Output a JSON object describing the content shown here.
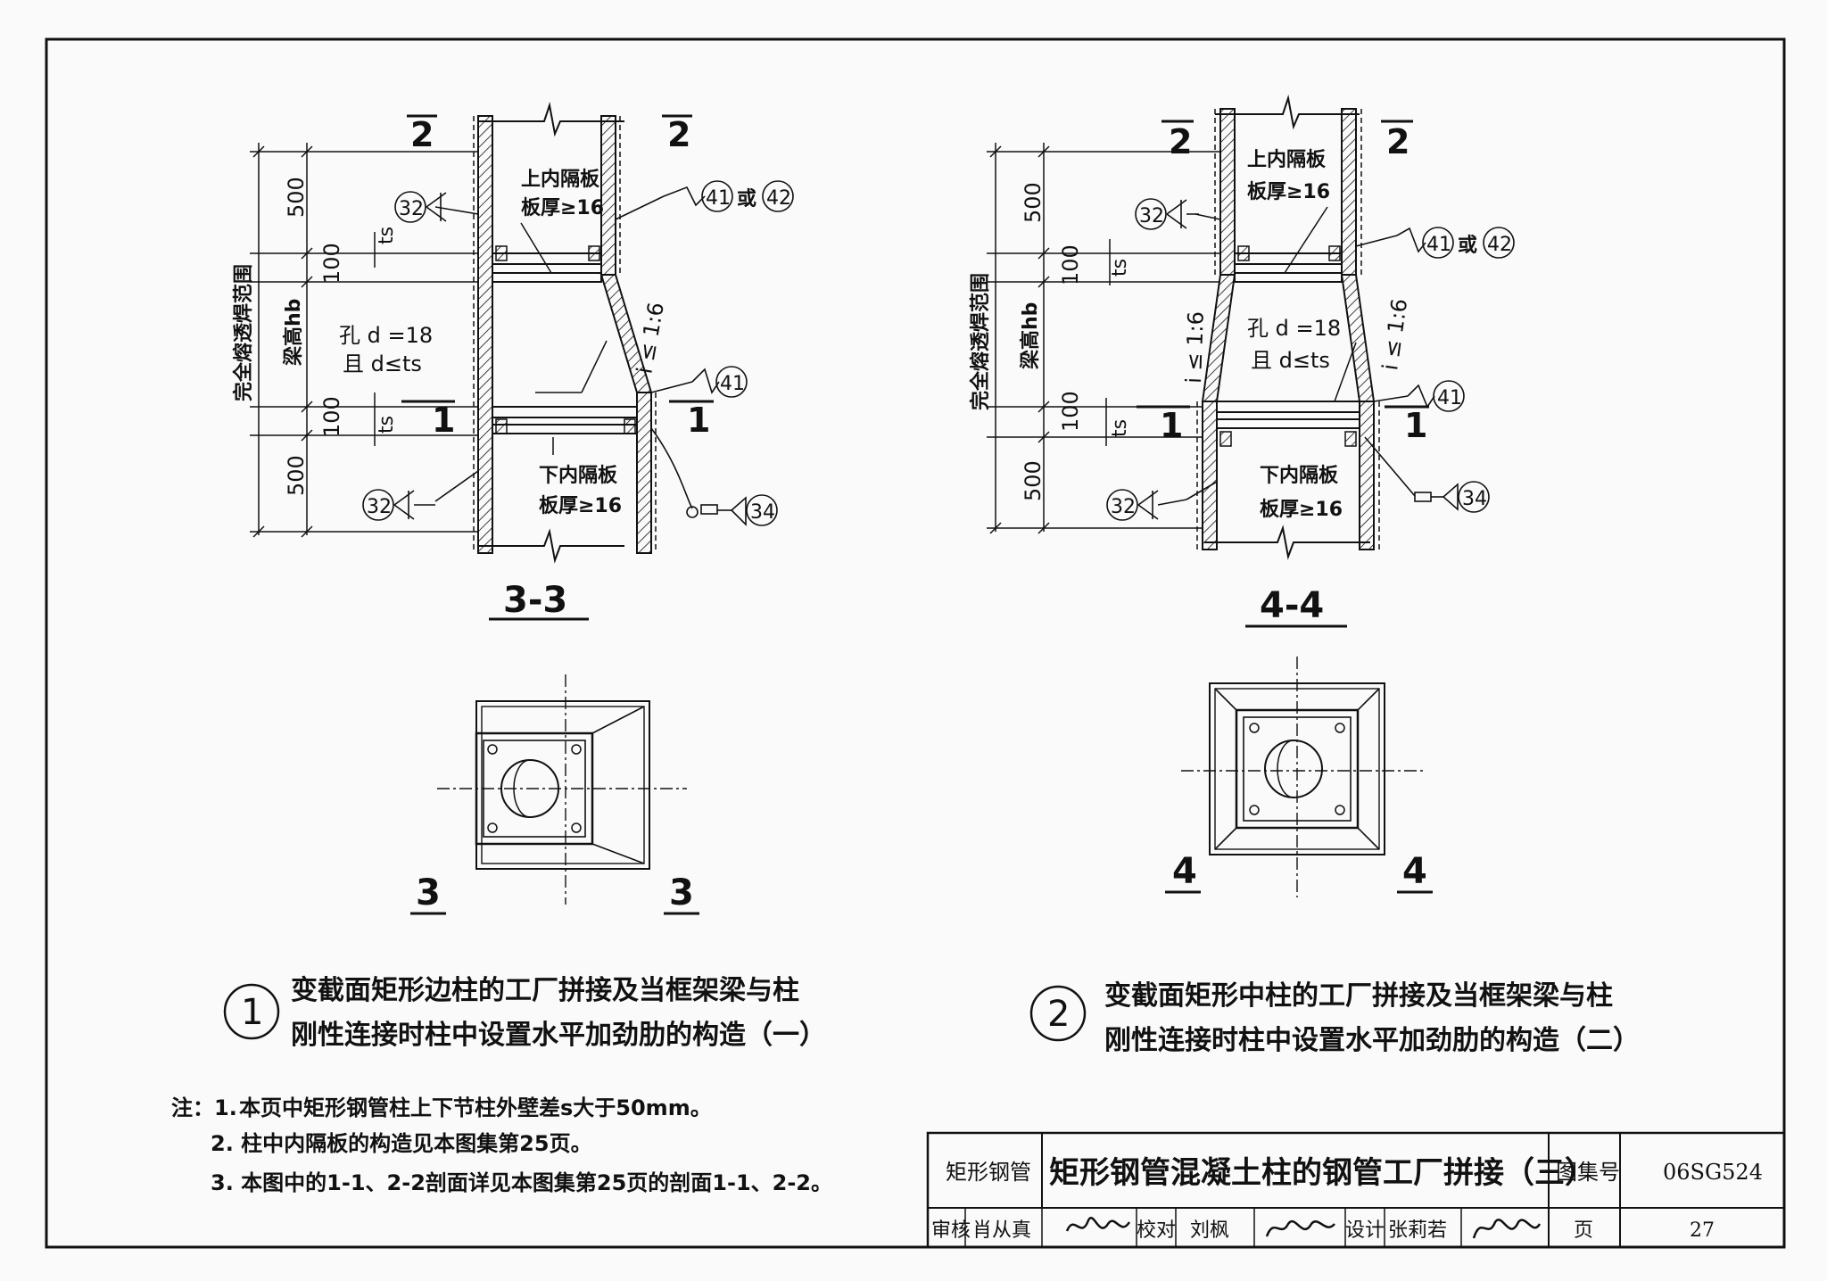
{
  "diagram1": {
    "section_mark": "2",
    "section_mark_lower": "1",
    "plan_mark": "3",
    "title": "3-3",
    "dim_500": "500",
    "dim_100": "100",
    "ts": "ts",
    "beam_height": "梁高hb",
    "weld_range": "完全熔透焊范围",
    "upper_plate": "上内隔板",
    "upper_plate_thk": "板厚≥16",
    "lower_plate": "下内隔板",
    "lower_plate_thk": "板厚≥16",
    "hole_d": "孔 d =18",
    "hole_cond": "且 d≤ts",
    "slope": "i ≤ 1:6",
    "weld_32": "32",
    "weld_41": "41",
    "weld_42": "42",
    "weld_34": "34",
    "or_text": "或"
  },
  "diagram2": {
    "section_mark": "2",
    "section_mark_lower": "1",
    "plan_mark": "4",
    "title": "4-4",
    "dim_500": "500",
    "dim_100": "100",
    "ts": "ts",
    "beam_height": "梁高hb",
    "weld_range": "完全熔透焊范围",
    "upper_plate": "上内隔板",
    "upper_plate_thk": "板厚≥16",
    "lower_plate": "下内隔板",
    "lower_plate_thk": "板厚≥16",
    "hole_d": "孔 d =18",
    "hole_cond": "且 d≤ts",
    "slope": "i ≤ 1:6",
    "weld_32": "32",
    "weld_41": "41",
    "weld_42": "42",
    "weld_34": "34",
    "or_text": "或"
  },
  "caption1": {
    "num": "1",
    "line1": "变截面矩形边柱的工厂拼接及当框架梁与柱",
    "line2": "刚性连接时柱中设置水平加劲肋的构造（一）"
  },
  "caption2": {
    "num": "2",
    "line1": "变截面矩形中柱的工厂拼接及当框架梁与柱",
    "line2": "刚性连接时柱中设置水平加劲肋的构造（二）"
  },
  "notes": {
    "label": "注：1.",
    "n1": "本页中矩形钢管柱上下节柱外壁差s大于50mm。",
    "n2": "2. 柱中内隔板的构造见本图集第25页。",
    "n3": "3. 本图中的1-1、2-2剖面详见本图集第25页的剖面1-1、2-2。"
  },
  "titleblock": {
    "category": "矩形钢管",
    "title": "矩形钢管混凝土柱的钢管工厂拼接（三）",
    "atlas_label": "图集号",
    "atlas_no": "06SG524",
    "review_label": "审核",
    "review_name": "肖从真",
    "check_label": "校对",
    "check_name": "刘枫",
    "design_label": "设计",
    "design_name": "张莉若",
    "page_label": "页",
    "page_no": "27"
  }
}
